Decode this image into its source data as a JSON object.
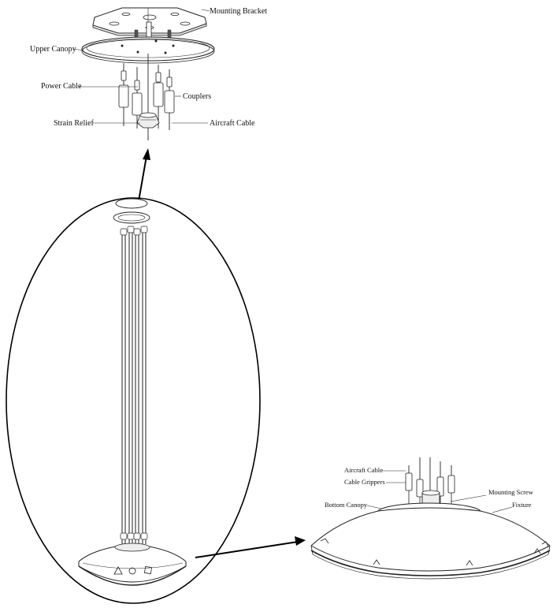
{
  "upper_callouts": {
    "mounting_bracket": "Mounting Bracket",
    "upper_canopy": "Upper Canopy",
    "power_cable": "Power Cable",
    "couplers": "Couplers",
    "strain_relief": "Strain Relief",
    "aircraft_cable": "Aircraft Cable"
  },
  "lower_callouts": {
    "aircraft_cable": "Aircraft Cable",
    "cable_grippers": "Cable Grippers",
    "mounting_screw": "Mounting Screw",
    "bottom_canopy": "Bottom Canopy",
    "fixture": "Fixture"
  },
  "colors": {
    "line": "#222222",
    "background": "#ffffff"
  }
}
